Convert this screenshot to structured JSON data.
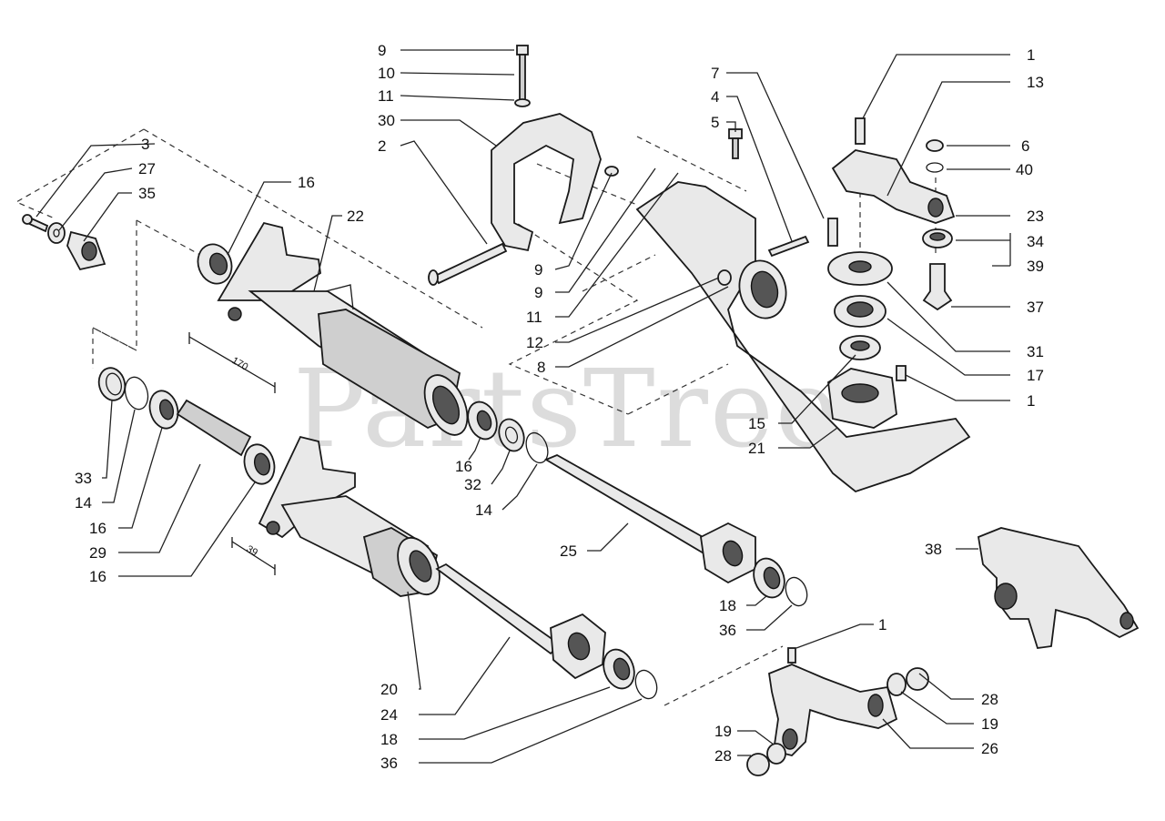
{
  "watermark": "PartsTree",
  "labels": [
    {
      "id": "l9a",
      "text": "9"
    },
    {
      "id": "l10",
      "text": "10"
    },
    {
      "id": "l11a",
      "text": "11"
    },
    {
      "id": "l30",
      "text": "30"
    },
    {
      "id": "l2",
      "text": "2"
    },
    {
      "id": "l3",
      "text": "3"
    },
    {
      "id": "l27",
      "text": "27"
    },
    {
      "id": "l35",
      "text": "35"
    },
    {
      "id": "l16a",
      "text": "16"
    },
    {
      "id": "l22",
      "text": "22"
    },
    {
      "id": "l9b",
      "text": "9"
    },
    {
      "id": "l9c",
      "text": "9"
    },
    {
      "id": "l11b",
      "text": "11"
    },
    {
      "id": "l12",
      "text": "12"
    },
    {
      "id": "l8",
      "text": "8"
    },
    {
      "id": "l7",
      "text": "7"
    },
    {
      "id": "l4",
      "text": "4"
    },
    {
      "id": "l5",
      "text": "5"
    },
    {
      "id": "l1a",
      "text": "1"
    },
    {
      "id": "l13",
      "text": "13"
    },
    {
      "id": "l6",
      "text": "6"
    },
    {
      "id": "l40",
      "text": "40"
    },
    {
      "id": "l23",
      "text": "23"
    },
    {
      "id": "l34",
      "text": "34"
    },
    {
      "id": "l39",
      "text": "39"
    },
    {
      "id": "l37",
      "text": "37"
    },
    {
      "id": "l31",
      "text": "31"
    },
    {
      "id": "l17",
      "text": "17"
    },
    {
      "id": "l1b",
      "text": "1"
    },
    {
      "id": "l15",
      "text": "15"
    },
    {
      "id": "l21",
      "text": "21"
    },
    {
      "id": "l33",
      "text": "33"
    },
    {
      "id": "l14a",
      "text": "14"
    },
    {
      "id": "l16b",
      "text": "16"
    },
    {
      "id": "l29",
      "text": "29"
    },
    {
      "id": "l16c",
      "text": "16"
    },
    {
      "id": "l16d",
      "text": "16"
    },
    {
      "id": "l32",
      "text": "32"
    },
    {
      "id": "l14b",
      "text": "14"
    },
    {
      "id": "l25",
      "text": "25"
    },
    {
      "id": "l18a",
      "text": "18"
    },
    {
      "id": "l36a",
      "text": "36"
    },
    {
      "id": "l38",
      "text": "38"
    },
    {
      "id": "l1c",
      "text": "1"
    },
    {
      "id": "l28a",
      "text": "28"
    },
    {
      "id": "l19a",
      "text": "19"
    },
    {
      "id": "l26",
      "text": "26"
    },
    {
      "id": "l19b",
      "text": "19"
    },
    {
      "id": "l28b",
      "text": "28"
    },
    {
      "id": "l20",
      "text": "20"
    },
    {
      "id": "l24",
      "text": "24"
    },
    {
      "id": "l18b",
      "text": "18"
    },
    {
      "id": "l36b",
      "text": "36"
    }
  ],
  "dimensions": [
    {
      "id": "d1",
      "text": "170"
    },
    {
      "id": "d2",
      "text": "39"
    }
  ]
}
